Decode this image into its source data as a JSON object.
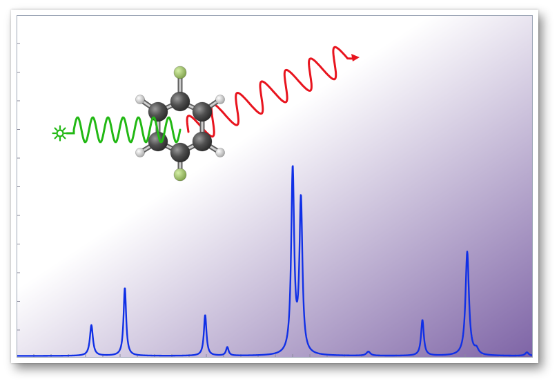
{
  "chart_data": {
    "type": "line",
    "title": "",
    "xlabel": "",
    "ylabel": "",
    "xlim": [
      0,
      100
    ],
    "ylim": [
      0,
      100
    ],
    "grid": false,
    "background_gradient": [
      "#ffffff",
      "#7e64a6"
    ],
    "series": [
      {
        "color": "#1030e6",
        "baseline": 0.3,
        "peaks": [
          {
            "x": 14.4,
            "height": 9.0,
            "width": 0.35
          },
          {
            "x": 20.9,
            "height": 20.0,
            "width": 0.3
          },
          {
            "x": 36.5,
            "height": 12.0,
            "width": 0.3
          },
          {
            "x": 40.8,
            "height": 2.5,
            "width": 0.3
          },
          {
            "x": 53.5,
            "height": 54.0,
            "width": 0.35
          },
          {
            "x": 55.1,
            "height": 45.0,
            "width": 0.35
          },
          {
            "x": 68.2,
            "height": 1.2,
            "width": 0.45
          },
          {
            "x": 78.7,
            "height": 10.5,
            "width": 0.32
          },
          {
            "x": 87.4,
            "height": 30.5,
            "width": 0.4
          },
          {
            "x": 89.2,
            "height": 1.5,
            "width": 0.45
          },
          {
            "x": 99.0,
            "height": 1.0,
            "width": 0.4
          }
        ]
      }
    ]
  },
  "decorations": {
    "light_source_icon": "sun-burst-icon",
    "excitation_wave_color": "#22b814",
    "scattered_wave_color": "#e8141e",
    "molecule_icon": "difluorobenzene-molecule-icon",
    "carbon_color": "#4a4a4a",
    "hydrogen_color": "#e6e6e6",
    "fluorine_color": "#a6cc6e"
  }
}
